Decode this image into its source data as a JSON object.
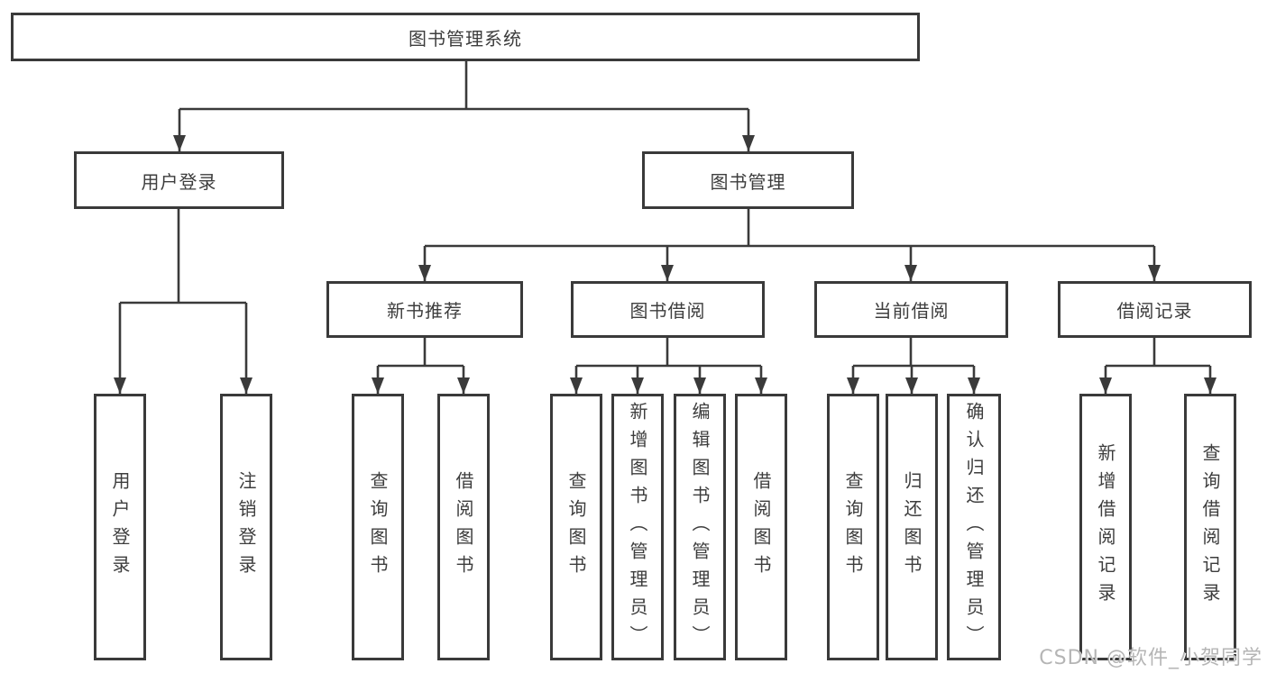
{
  "tree": {
    "root": {
      "label": "图书管理系统",
      "children": [
        {
          "label": "用户登录",
          "children": [
            {
              "label": "用户登录"
            },
            {
              "label": "注销登录"
            }
          ]
        },
        {
          "label": "图书管理",
          "children": [
            {
              "label": "新书推荐",
              "children": [
                {
                  "label": "查询图书"
                },
                {
                  "label": "借阅图书"
                }
              ]
            },
            {
              "label": "图书借阅",
              "children": [
                {
                  "label": "查询图书"
                },
                {
                  "label": "新增图书（管理员）"
                },
                {
                  "label": "编辑图书（管理员）"
                },
                {
                  "label": "借阅图书"
                }
              ]
            },
            {
              "label": "当前借阅",
              "children": [
                {
                  "label": "查询图书"
                },
                {
                  "label": "归还图书"
                },
                {
                  "label": "确认归还（管理员）"
                }
              ]
            },
            {
              "label": "借阅记录",
              "children": [
                {
                  "label": "新增借阅记录"
                },
                {
                  "label": "查询借阅记录"
                }
              ]
            }
          ]
        }
      ]
    }
  },
  "watermark": {
    "text": "CSDN @软件_小贺同学"
  },
  "colors": {
    "line": "#3a3a3a",
    "text": "#3d3d3d",
    "box-bg": "#ffffff",
    "page-bg": "#ffffff",
    "watermark": "#b5b5b5"
  }
}
